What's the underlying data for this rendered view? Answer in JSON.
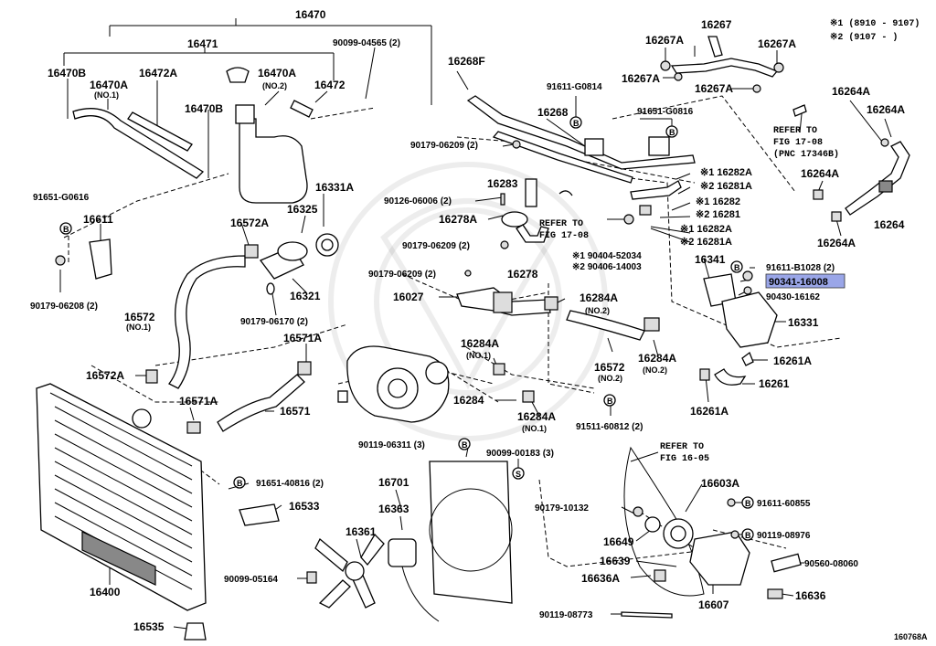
{
  "legend": {
    "note1": "※1 (8910 - 9107)",
    "note2": "※2 (9107 -      )"
  },
  "diagram_id": "160768A",
  "highlight_color": "#9aa6e8",
  "labels": {
    "p16470": "16470",
    "p16471": "16471",
    "p90099_04565": "90099-04565 (2)",
    "p16470B_top": "16470B",
    "p16470A_no1": "16470A",
    "no1_a": "(NO.1)",
    "p16472A": "16472A",
    "p16470A_no2": "16470A",
    "no2_a": "(NO.2)",
    "p16472": "16472",
    "p16470B_mid": "16470B",
    "p16268F": "16268F",
    "p91611_G0814": "91611-G0814",
    "p16268": "16268",
    "p91651_G0816": "91651-G0816",
    "p16267": "16267",
    "p16267A_1": "16267A",
    "p16267A_2": "16267A",
    "p16267A_3": "16267A",
    "p16267A_4": "16267A",
    "p16264A_1": "16264A",
    "p16264A_2": "16264A",
    "p16264A_3": "16264A",
    "p16264A_4": "16264A",
    "p16264": "16264",
    "refer1_a": "REFER TO",
    "refer1_b": "FIG 17-08",
    "refer1_c": "(PNC 17346B)",
    "p90179_06209_a": "90179-06209 (2)",
    "p16283": "16283",
    "p16282A_1": "※1 16282A",
    "p16281A_2": "※2 16281A",
    "p16282_1": "※1 16282",
    "p16281_2": "※2 16281",
    "p16282A_1b": "※1 16282A",
    "p16281A_2b": "※2 16281A",
    "p90126_06006": "90126-06006 (2)",
    "p16278A": "16278A",
    "refer2_a": "REFER TO",
    "refer2_b": "FIG 17-08",
    "p90179_06209_b": "90179-06209 (2)",
    "p16278": "16278",
    "p90404_52034": "※1 90404-52034",
    "p90406_14003": "※2 90406-14003",
    "p91651_G0616": "91651-G0616",
    "p16611": "16611",
    "p90179_06208": "90179-06208 (2)",
    "p16572A_1": "16572A",
    "p16325": "16325",
    "p16331A": "16331A",
    "p16321": "16321",
    "p90179_06209_c": "90179-06209 (2)",
    "p16341": "16341",
    "p91611_B1028": "91611-B1028 (2)",
    "p90341_16008": "90341-16008",
    "p90430_16162": "90430-16162",
    "p16331": "16331",
    "p16572_1": "16572",
    "no1_b": "(NO.1)",
    "p90179_06170": "90179-06170 (2)",
    "p16027": "16027",
    "p16284A_no2": "16284A",
    "no2_b": "(NO.2)",
    "p16571A_1": "16571A",
    "p16284A_no1a": "16284A",
    "no1_c": "(NO.1)",
    "p16572_2": "16572",
    "no2_c": "(NO.2)",
    "p16284A_no2b": "16284A",
    "no2_d": "(NO.2)",
    "p16261A_1": "16261A",
    "p16261": "16261",
    "p16261A_2": "16261A",
    "p16572A_2": "16572A",
    "p16571A_2": "16571A",
    "p16571": "16571",
    "p16284": "16284",
    "p16284A_no1b": "16284A",
    "no1_d": "(NO.1)",
    "p91511_60812": "91511-60812 (2)",
    "p90119_06311": "90119-06311 (3)",
    "p90099_00183": "90099-00183 (3)",
    "refer3_a": "REFER TO",
    "refer3_b": "FIG 16-05",
    "p91651_40816": "91651-40816 (2)",
    "p16533": "16533",
    "p16701": "16701",
    "p16603A": "16603A",
    "p90179_10132": "90179-10132",
    "p91611_60855": "91611-60855",
    "p16363": "16363",
    "p16649": "16649",
    "p90119_08976": "90119-08976",
    "p16361": "16361",
    "p16639": "16639",
    "p90560_08060": "90560-08060",
    "p16400": "16400",
    "p90099_05164": "90099-05164",
    "p16636A": "16636A",
    "p16636": "16636",
    "p16607": "16607",
    "p16535": "16535",
    "p90119_08773": "90119-08773"
  },
  "markers": {
    "b": "B",
    "s": "S"
  }
}
